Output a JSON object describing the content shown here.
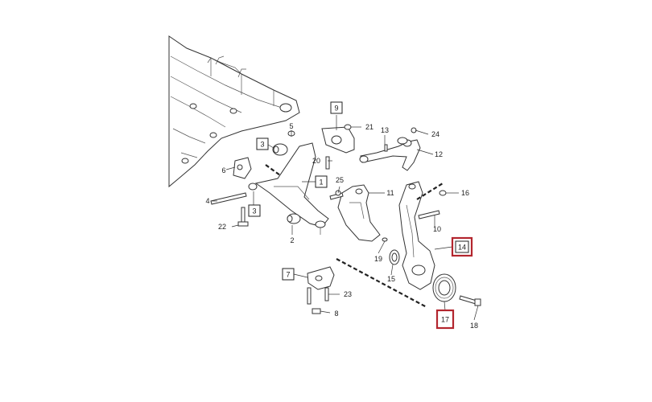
{
  "callouts": [
    {
      "id": "c1",
      "text": "1",
      "style": "boxed"
    },
    {
      "id": "c2",
      "text": "2",
      "style": "plain"
    },
    {
      "id": "c3a",
      "text": "3",
      "style": "boxed"
    },
    {
      "id": "c3b",
      "text": "3",
      "style": "boxed"
    },
    {
      "id": "c4",
      "text": "4",
      "style": "plain"
    },
    {
      "id": "c5",
      "text": "5",
      "style": "plain"
    },
    {
      "id": "c6",
      "text": "6",
      "style": "plain"
    },
    {
      "id": "c7",
      "text": "7",
      "style": "boxed"
    },
    {
      "id": "c8",
      "text": "8",
      "style": "plain"
    },
    {
      "id": "c9",
      "text": "9",
      "style": "boxed"
    },
    {
      "id": "c10",
      "text": "10",
      "style": "plain"
    },
    {
      "id": "c11",
      "text": "11",
      "style": "plain"
    },
    {
      "id": "c12",
      "text": "12",
      "style": "plain"
    },
    {
      "id": "c13",
      "text": "13",
      "style": "plain"
    },
    {
      "id": "c14",
      "text": "14",
      "style": "highlighted"
    },
    {
      "id": "c15",
      "text": "15",
      "style": "plain"
    },
    {
      "id": "c16",
      "text": "16",
      "style": "plain"
    },
    {
      "id": "c17",
      "text": "17",
      "style": "highlighted"
    },
    {
      "id": "c18",
      "text": "18",
      "style": "plain"
    },
    {
      "id": "c19",
      "text": "19",
      "style": "plain"
    },
    {
      "id": "c20",
      "text": "20",
      "style": "plain"
    },
    {
      "id": "c21",
      "text": "21",
      "style": "plain"
    },
    {
      "id": "c22",
      "text": "22",
      "style": "plain"
    },
    {
      "id": "c23",
      "text": "23",
      "style": "plain"
    },
    {
      "id": "c24",
      "text": "24",
      "style": "plain"
    },
    {
      "id": "c25",
      "text": "25",
      "style": "plain"
    }
  ],
  "colors": {
    "highlight": "#b3262e",
    "line": "#222222",
    "background": "#ffffff"
  }
}
